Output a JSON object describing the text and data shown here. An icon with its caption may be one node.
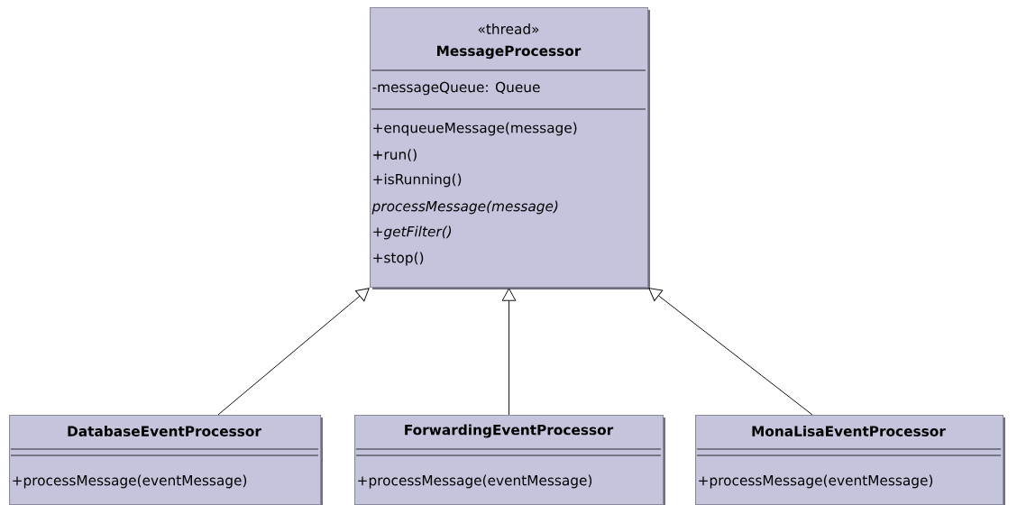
{
  "diagram": {
    "nodes": [
      {
        "text": [
          "«thread»",
          "MessageProcessor",
          "-messageQueue: Queue",
          "+enqueueMessage(message)",
          "+run()",
          "+isRunning()",
          "processMessage(message)",
          "+*getFilter()*",
          "+stop()"
        ]
      },
      {
        "text": [
          "DatabaseEventProcessor",
          "+processMessage(eventMessage)"
        ]
      },
      {
        "text": [
          "ForwardingEventProcessor",
          "+processMessage(eventMessage)"
        ]
      },
      {
        "text": [
          "MonaLisaEventProcessor",
          "+processMessage(eventMessage)"
        ]
      }
    ],
    "edges": [
      {
        "from": 1,
        "to": 0,
        "arrow": "to"
      },
      {
        "from": 2,
        "to": 0,
        "arrow": "to"
      },
      {
        "from": 3,
        "to": 0,
        "arrow": "to"
      }
    ]
  }
}
